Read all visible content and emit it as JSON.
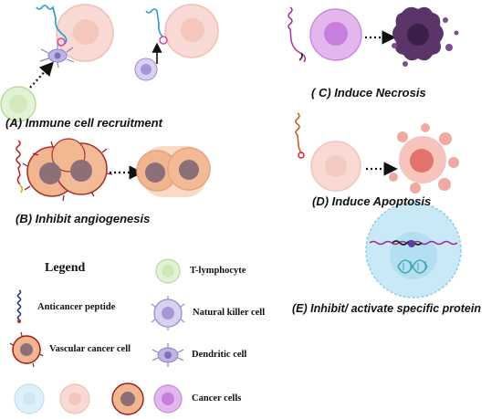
{
  "panels": {
    "a": "(A) Immune cell recruitment",
    "b": "(B) Inhibit angiogenesis",
    "c": "( C) Induce Necrosis",
    "d": "(D) Induce Apoptosis",
    "e": "(E) Inhibit/ activate specific protein"
  },
  "legend": {
    "title": "Legend",
    "items": [
      {
        "label": "T-lymphocyte",
        "icon": "t-lymphocyte-icon"
      },
      {
        "label": "Anticancer peptide",
        "icon": "anticancer-peptide-icon"
      },
      {
        "label": "Natural killer cell",
        "icon": "natural-killer-cell-icon"
      },
      {
        "label": "Vascular cancer cell",
        "icon": "vascular-cancer-cell-icon"
      },
      {
        "label": "Dendritic cell",
        "icon": "dendritic-cell-icon"
      },
      {
        "label": "Cancer cells",
        "icon": "cancer-cells-icon"
      }
    ]
  },
  "colors": {
    "cancer_pink": "#f6d2cc",
    "cancer_violet": "#d9a3e6",
    "tcell_green": "#d8efc6",
    "nk_lilac": "#cdbfe6",
    "vascular_orange": "#f1b58f",
    "vessel_red": "#9b1b1b",
    "nucleus": "#8d6f77",
    "necrosis_purple": "#5b3569",
    "cell_blue": "#c9e9f7"
  }
}
